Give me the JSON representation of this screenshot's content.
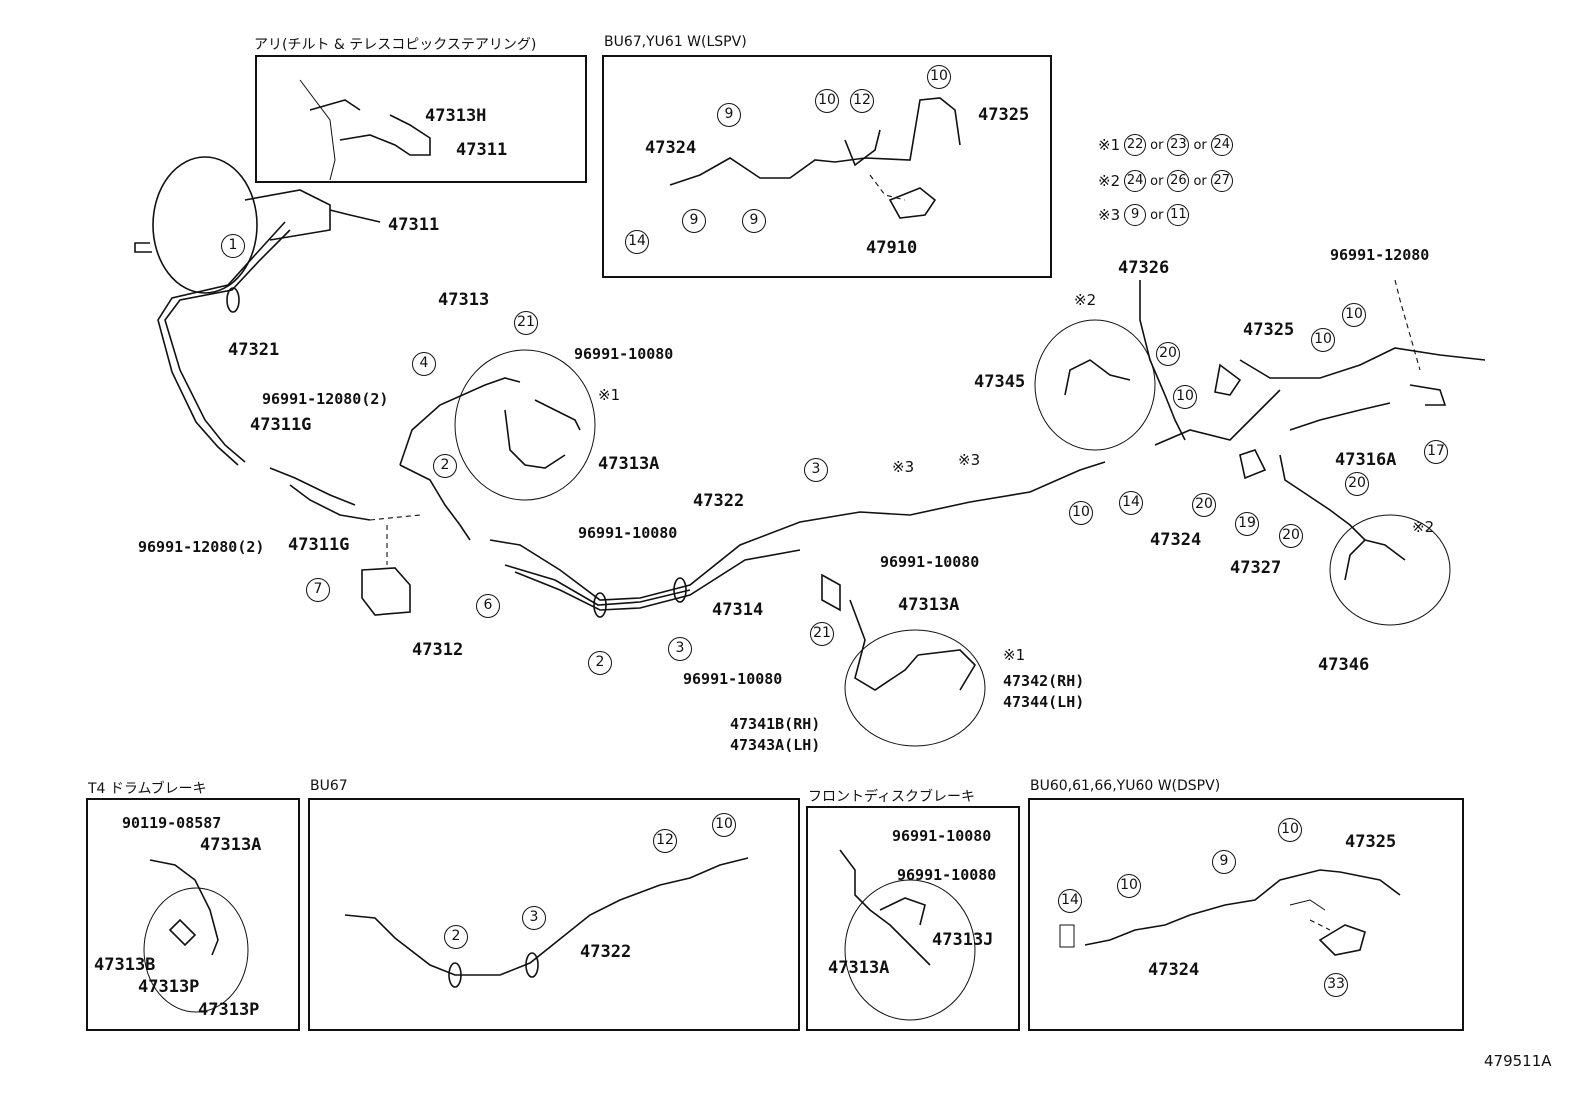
{
  "captions": {
    "tilt": "アリ(チルト & テレスコピックステアリング)",
    "lspv": "BU67,YU61 W(LSPV)",
    "t4": "T4 ドラムブレーキ",
    "bu67": "BU67",
    "front_disc": "フロントディスクブレーキ",
    "dspv": "BU60,61,66,YU60 W(DSPV)",
    "diagram_id": "479511A"
  },
  "notes": [
    {
      "mark": "※1",
      "a": "22",
      "b": "23",
      "c": "24"
    },
    {
      "mark": "※2",
      "a": "24",
      "b": "26",
      "c": "27"
    },
    {
      "mark": "※3",
      "a": "9",
      "b": "11",
      "c": ""
    }
  ],
  "note_or": "or",
  "parts": {
    "p47313H": "47313H",
    "p47311_top": "47311",
    "p47311": "47311",
    "p47321": "47321",
    "p47313": "47313",
    "p96991_10080_a": "96991-10080",
    "p96991_12080_2a": "96991-12080(2)",
    "p47311G_a": "47311G",
    "p47313A_a": "47313A",
    "p96991_10080_b": "96991-10080",
    "p96991_12080_2b": "96991-12080(2)",
    "p47311G_b": "47311G",
    "p47312": "47312",
    "p47322": "47322",
    "p47314": "47314",
    "p96991_10080_c": "96991-10080",
    "p47313A_b": "47313A",
    "p96991_10080_d": "96991-10080",
    "p47342": "47342(RH)",
    "p47344": "47344(LH)",
    "p47341B": "47341B(RH)",
    "p47343A": "47343A(LH)",
    "p47324_l": "47324",
    "p47325_l": "47325",
    "p47910": "47910",
    "p47326": "47326",
    "p47345": "47345",
    "p96991_12080": "96991-12080",
    "p47325": "47325",
    "p47316A": "47316A",
    "p47324": "47324",
    "p47327": "47327",
    "p47346": "47346",
    "p90119": "90119-08587",
    "p47313A_t4": "47313A",
    "p47313B": "47313B",
    "p47313P_a": "47313P",
    "p47313P_b": "47313P",
    "p47322_bu67": "47322",
    "p96991_fd_a": "96991-10080",
    "p96991_fd_b": "96991-10080",
    "p47313J": "47313J",
    "p47313A_fd": "47313A",
    "p47325_d": "47325",
    "p47324_d": "47324"
  },
  "callouts": {
    "c1": "1",
    "c2a": "2",
    "c2b": "2",
    "c3a": "3",
    "c3b": "3",
    "c3c": "※3",
    "c3d": "※3",
    "c4": "4",
    "c6": "6",
    "c7": "7",
    "c9a": "9",
    "c9b": "9",
    "c9c": "9",
    "c10a": "10",
    "c10b": "10",
    "c10c": "10",
    "c10d": "10",
    "c10e": "10",
    "c10f": "10",
    "c12": "12",
    "c14a": "14",
    "c14b": "14",
    "c17": "17",
    "c19": "19",
    "c20a": "20",
    "c20b": "20",
    "c20c": "20",
    "c20d": "20",
    "c21a": "21",
    "c21b": "21",
    "x1a": "※1",
    "x1b": "※1",
    "x2a": "※2",
    "x2b": "※2",
    "b2": "2",
    "b3": "3",
    "b12": "12",
    "b10": "10",
    "d14": "14",
    "d10": "10",
    "d9": "9",
    "d10b": "10",
    "d33": "33"
  }
}
